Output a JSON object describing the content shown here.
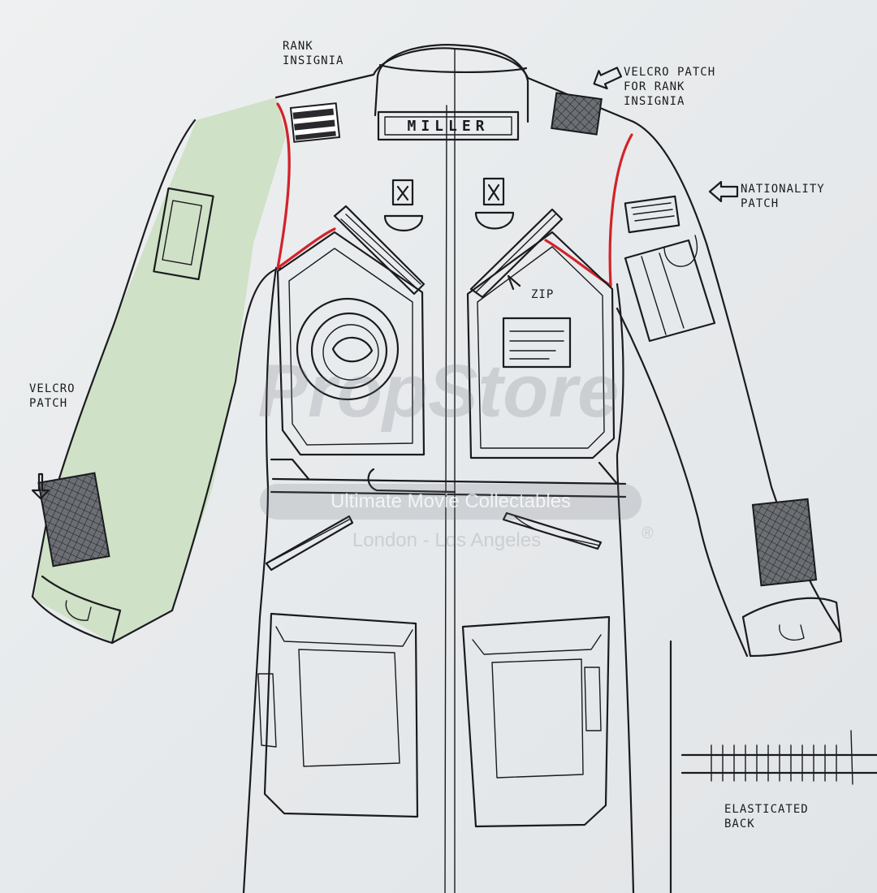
{
  "labels": {
    "rank_insignia": "RANK\nINSIGNIA",
    "velcro_patch_rank": "VELCRO PATCH\nFOR RANK\nINSIGNIA",
    "nationality_patch": "NATIONALITY\nPATCH",
    "zip": "ZIP",
    "velcro_patch_sleeve": "VELCRO\nPATCH",
    "elasticated_back": "ELASTICATED\nBACK",
    "name_tag": "MILLER"
  },
  "watermark": {
    "brand": "PropStore",
    "tagline": "Ultimate Movie Collectables",
    "cities": "London - Los Angeles",
    "registered": "®"
  },
  "colors": {
    "ink": "#1b1b1f",
    "accent_red": "#d2232a",
    "sleeve_green": "#cfe1c6",
    "paper": "#e9ecee"
  }
}
